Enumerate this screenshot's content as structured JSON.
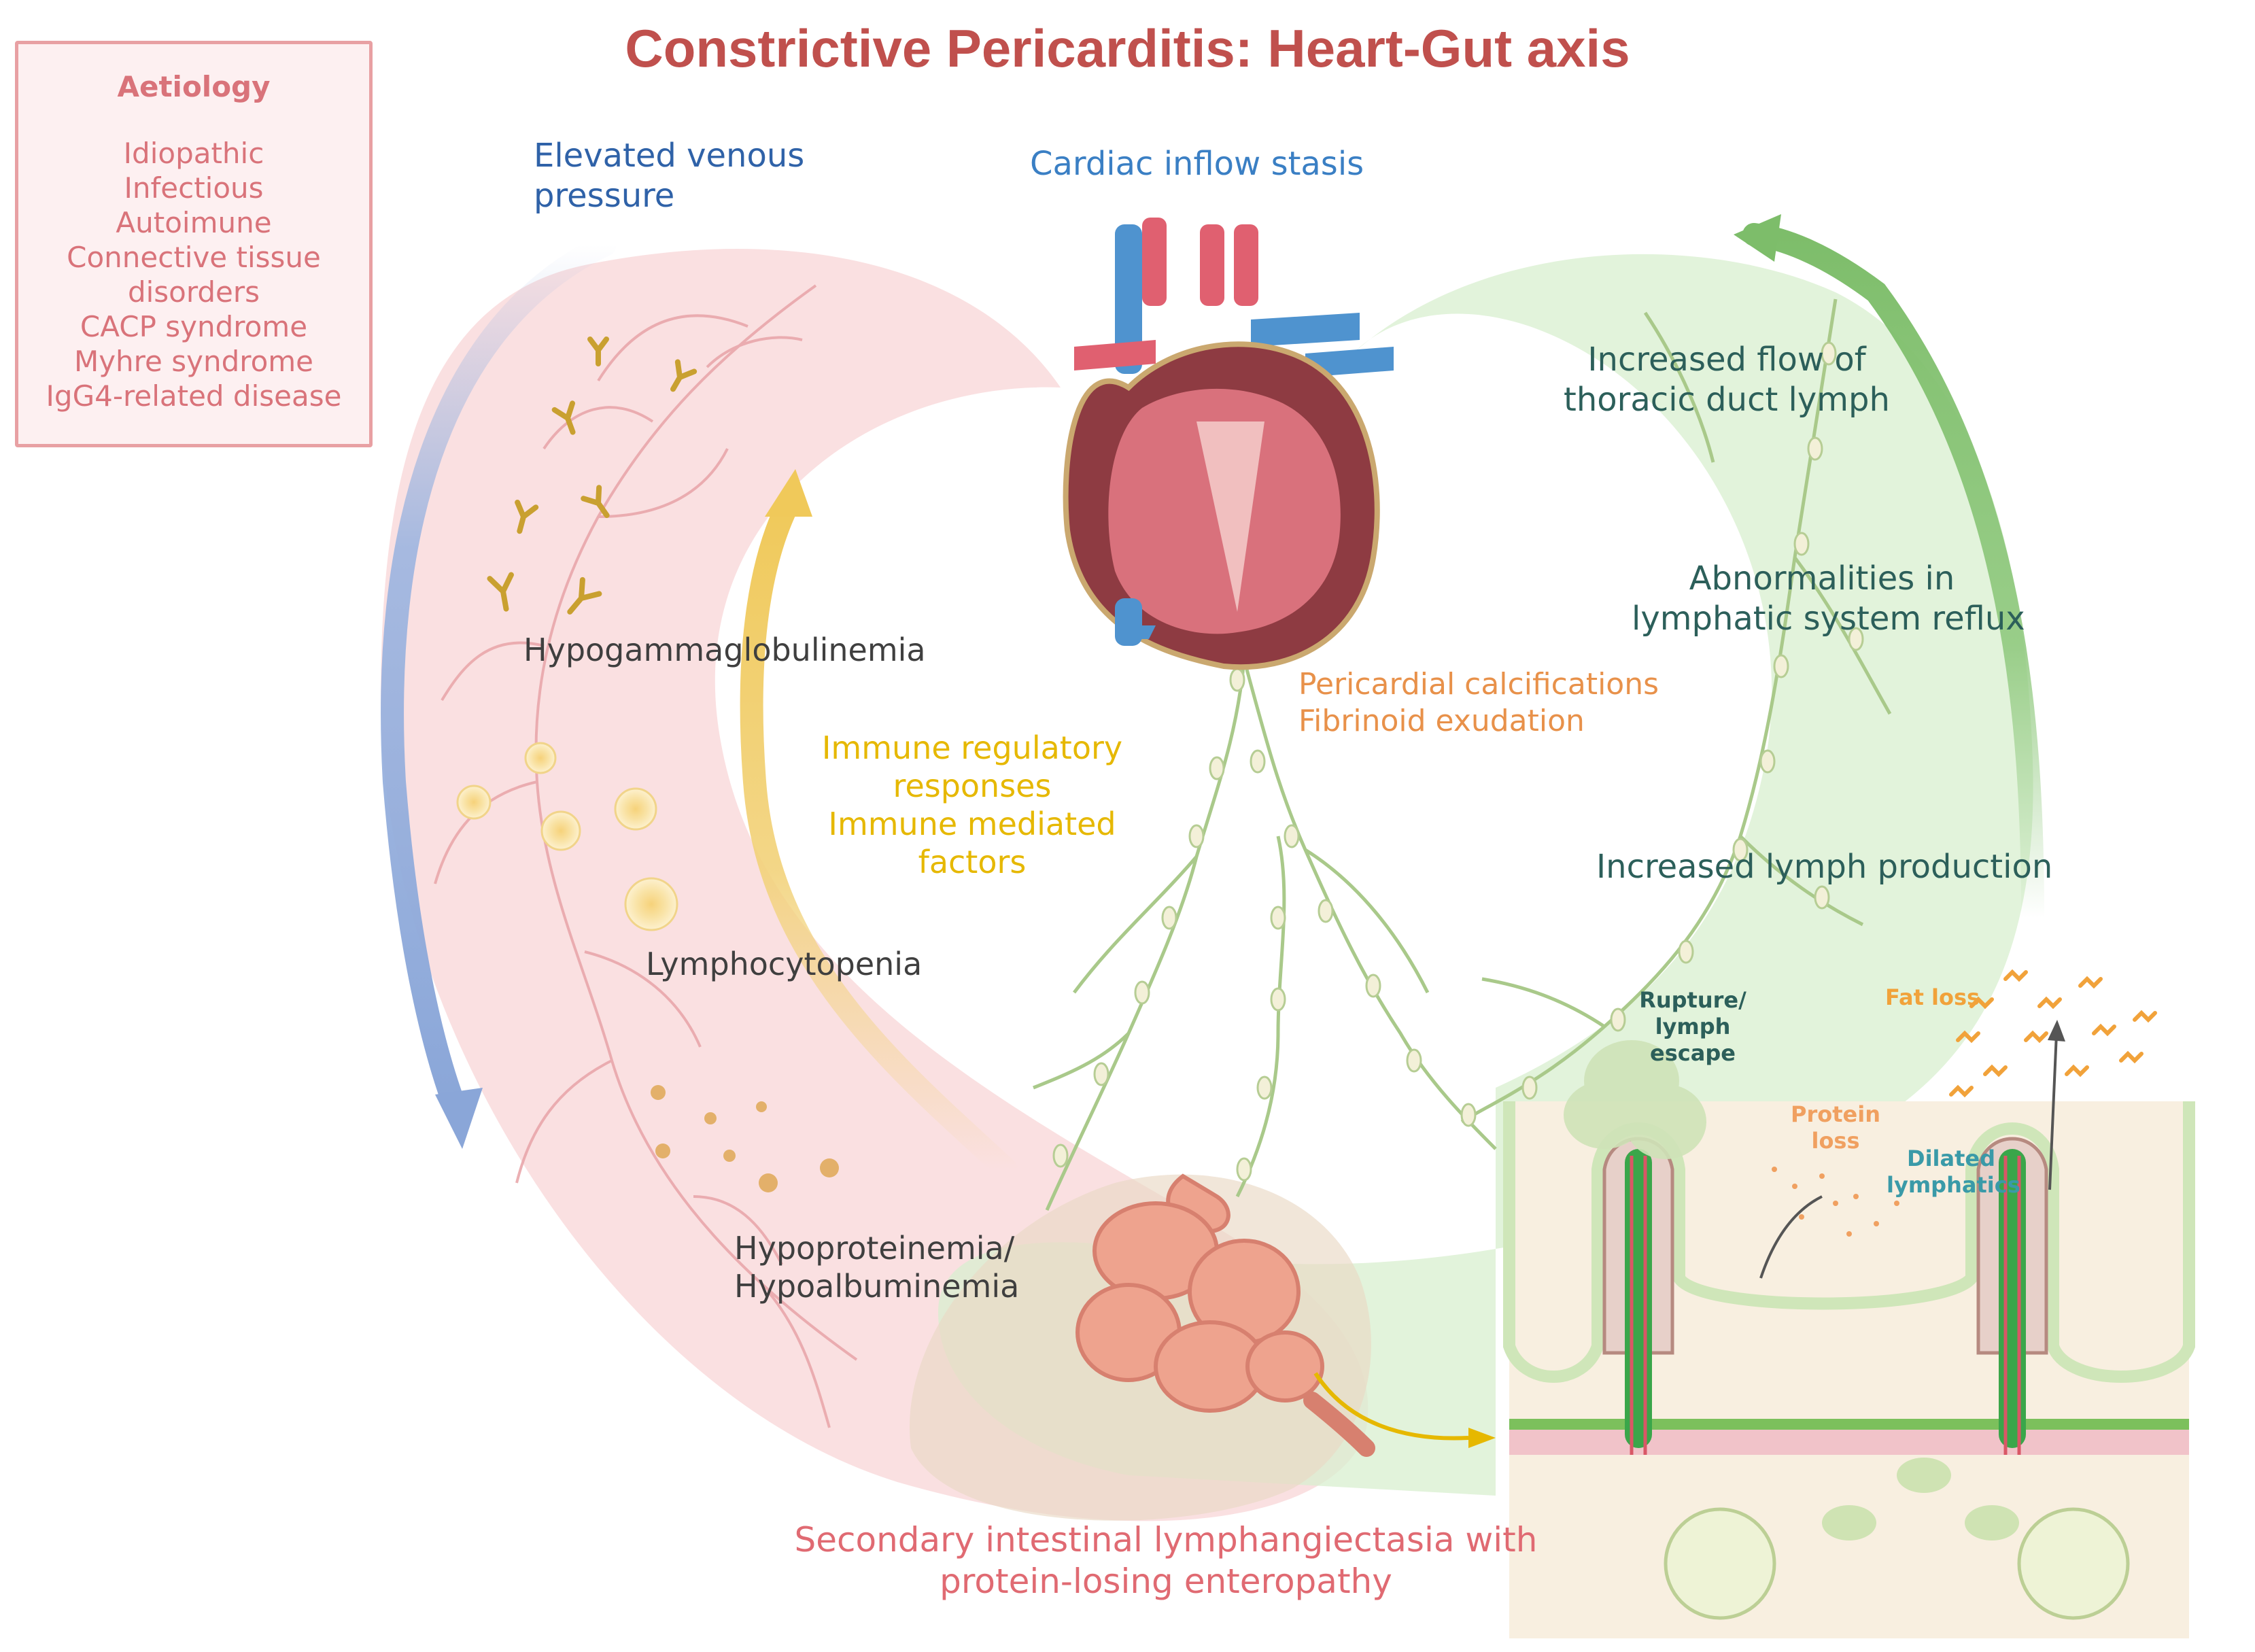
{
  "title": "Constrictive Pericarditis: Heart-Gut axis",
  "aetiology": {
    "heading": "Aetiology",
    "items": [
      "Idiopathic",
      "Infectious",
      "Autoimune",
      "Connective tissue",
      "disorders",
      "CACP syndrome",
      "Myhre syndrome",
      "IgG4-related disease"
    ]
  },
  "labels": {
    "elevated_venous_1": "Elevated venous",
    "elevated_venous_2": "pressure",
    "cardiac_inflow": "Cardiac inflow stasis",
    "hypogamma": "Hypogammaglobulinemia",
    "lymphocyto": "Lymphocytopenia",
    "hypoprotein_1": "Hypoproteinemia/",
    "hypoprotein_2": "Hypoalbuminemia",
    "immune_1": "Immune regulatory",
    "immune_2": "responses",
    "immune_3": "Immune mediated",
    "immune_4": "factors",
    "pericardial_1": "Pericardial calcifications",
    "pericardial_2": "Fibrinoid exudation",
    "thoracic_1": "Increased flow of",
    "thoracic_2": "thoracic duct lymph",
    "abnormal_1": "Abnormalities in",
    "abnormal_2": "lymphatic system reflux",
    "lymph_prod": "Increased lymph production",
    "rupture_1": "Rupture/",
    "rupture_2": "lymph",
    "rupture_3": "escape",
    "protein_loss_1": "Protein",
    "protein_loss_2": "loss",
    "fat_loss": "Fat loss",
    "dilated_1": "Dilated",
    "dilated_2": "lymphatics",
    "secondary_1": "Secondary intestinal lymphangiectasia with",
    "secondary_2": "protein-losing enteropathy"
  },
  "colors": {
    "title_red": "#c0504d",
    "aetiology_border": "#e8a0a3",
    "aetiology_fill": "#fdf0f1",
    "aetiology_text": "#d9737a",
    "blue_text": "#2f62a8",
    "dark_gray_text": "#3f3f3f",
    "yellow_text": "#e6b800",
    "orange_text": "#e8914a",
    "teal_dark_text": "#2c5f5a",
    "teal_text": "#3a9aa8",
    "secondary_text": "#e06a72",
    "pink_band": "#f8d5d7",
    "green_band": "#d8efcf",
    "green_arrow": "#8cc77a",
    "blue_arrow": "#9db5e0",
    "yellow_arrow": "#f2d27a"
  }
}
